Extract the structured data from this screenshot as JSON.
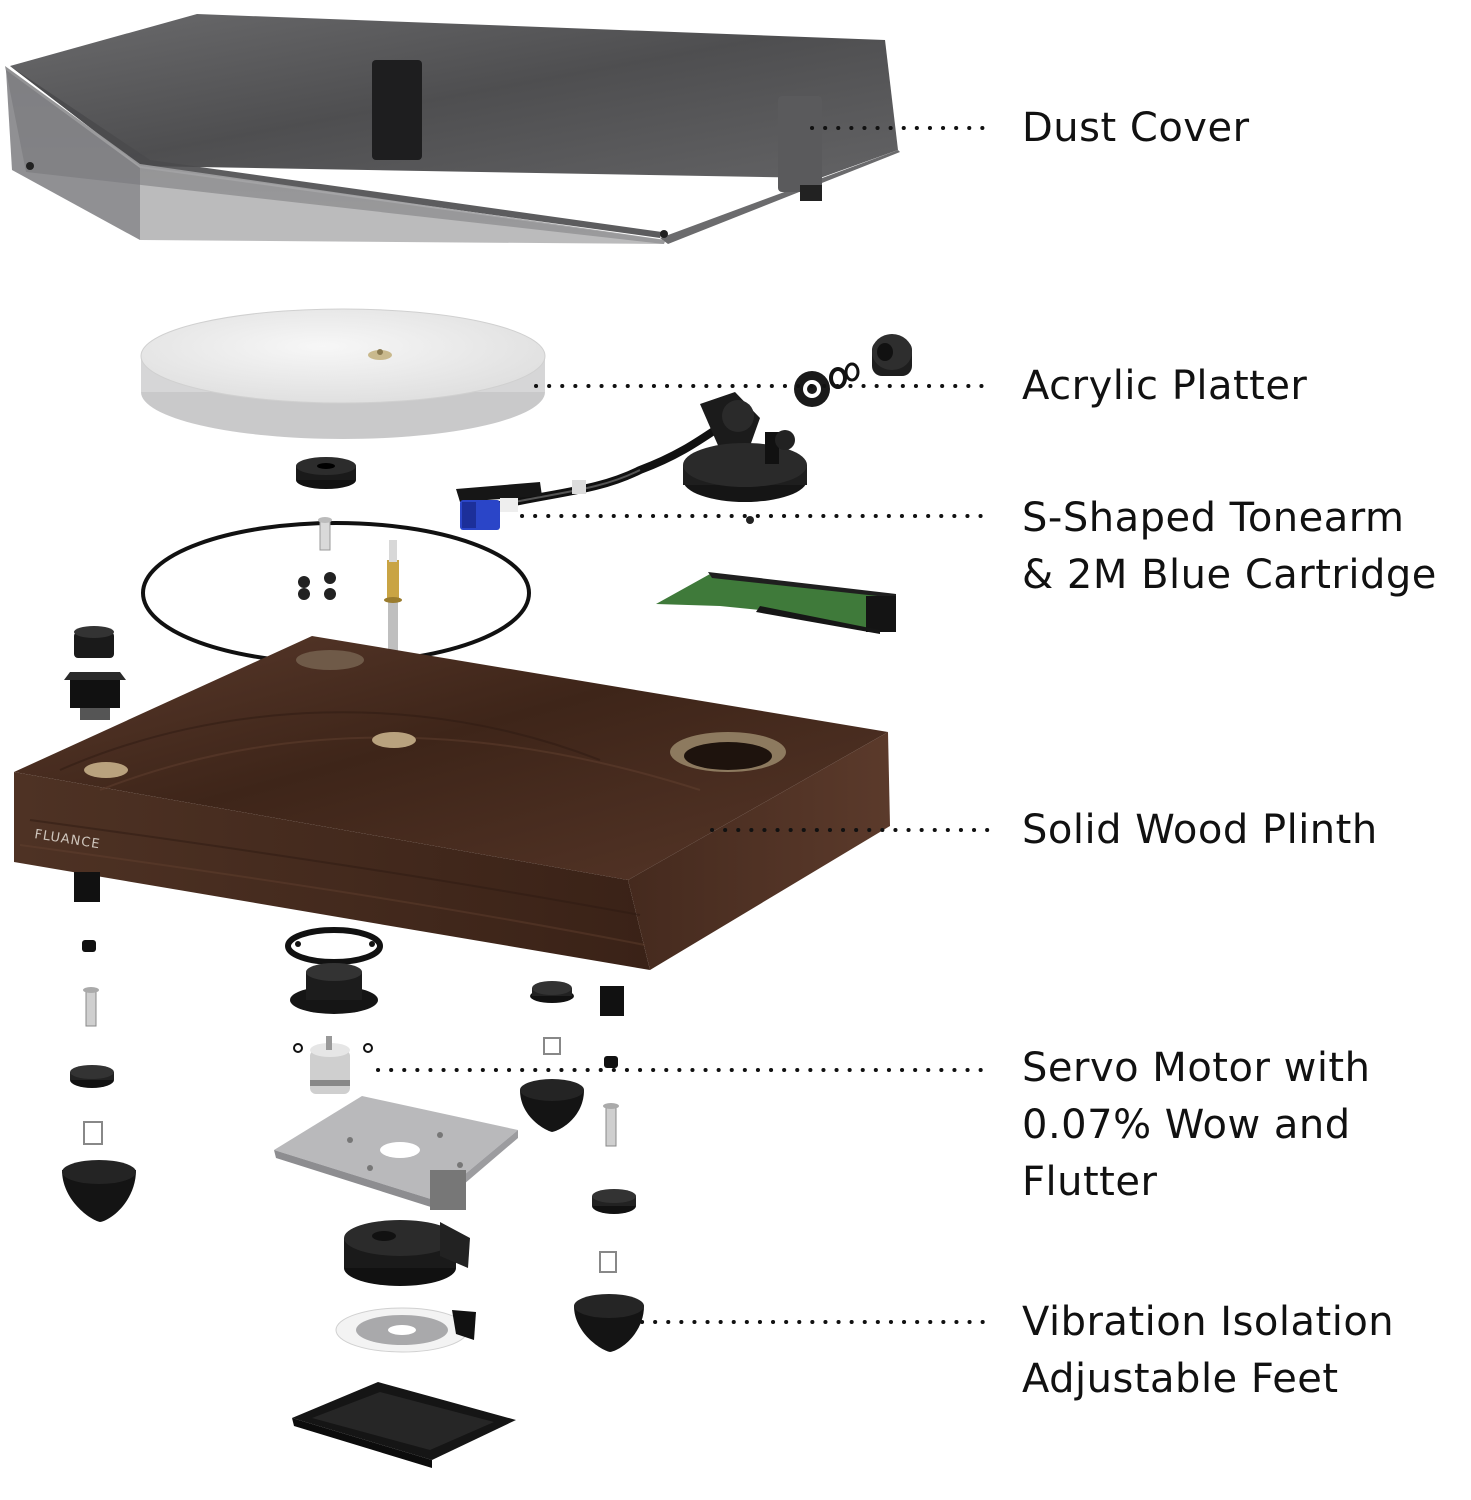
{
  "brand_mark": "FLUANCE",
  "labels": {
    "dust_cover": [
      "Dust Cover"
    ],
    "acrylic_platter": [
      "Acrylic Platter"
    ],
    "tonearm": [
      "S-Shaped Tonearm",
      "& 2M Blue Cartridge"
    ],
    "plinth": [
      "Solid Wood Plinth"
    ],
    "servo_motor": [
      "Servo Motor with",
      "0.07% Wow and",
      "Flutter"
    ],
    "feet": [
      "Vibration Isolation",
      "Adjustable Feet"
    ]
  },
  "colors": {
    "wood": "#4a2e22",
    "dust_cover": "#6f6f70",
    "platter": "#e9e9ea",
    "cartridge_blue": "#2a45c8",
    "pcb_green": "#3f7a3a",
    "leader_dots": "#111111"
  }
}
